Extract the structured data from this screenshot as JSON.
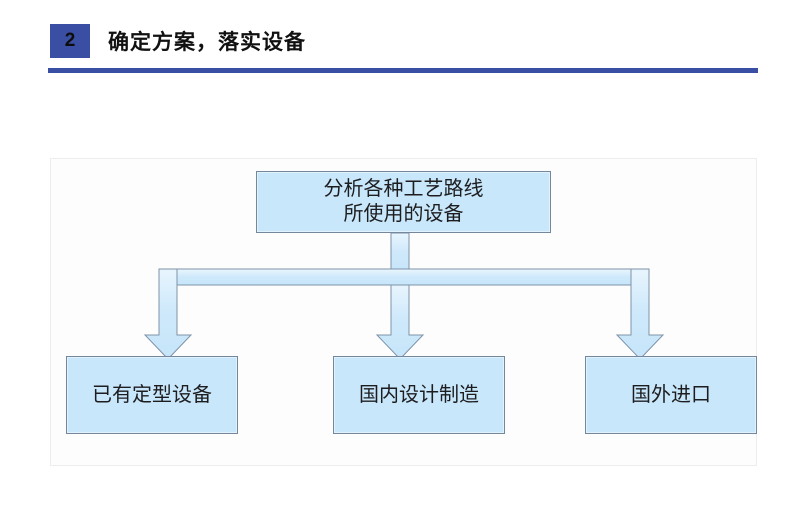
{
  "header": {
    "badge_number": "2",
    "title": "确定方案，落实设备",
    "badge_color": "#3a4fa3",
    "rule_color": "#3a4fa3"
  },
  "diagram": {
    "type": "flowchart",
    "orientation": "top-down",
    "node_fill": "#c9e7fb",
    "node_border": "#75889b",
    "connector_fill": "#cce8fa",
    "connector_border": "#7e93a8",
    "root": {
      "id": "analyze-equipment",
      "lines": [
        "分析各种工艺路线",
        "所使用的设备"
      ]
    },
    "children": [
      {
        "id": "existing-equipment",
        "label": "已有定型设备"
      },
      {
        "id": "domestic-manufacture",
        "label": "国内设计制造"
      },
      {
        "id": "foreign-import",
        "label": "国外进口"
      }
    ]
  }
}
